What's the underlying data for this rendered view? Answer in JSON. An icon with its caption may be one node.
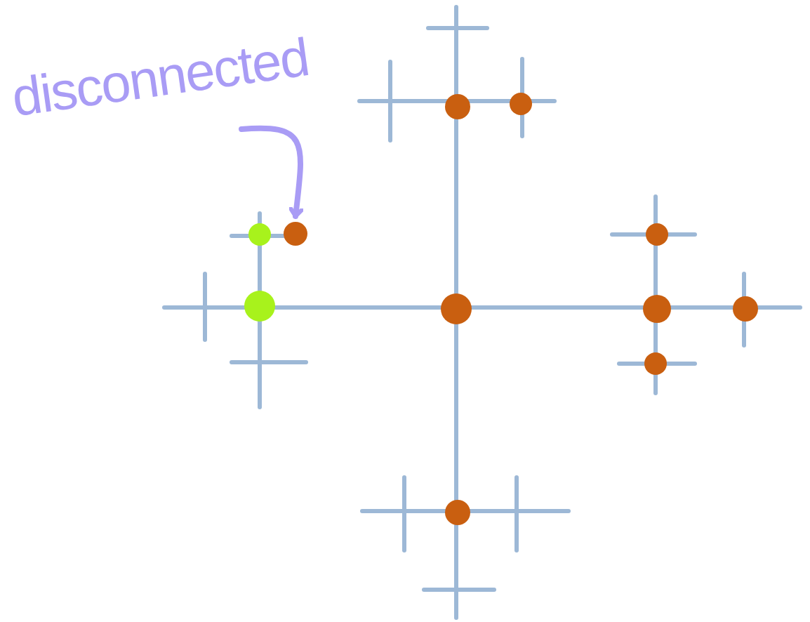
{
  "diagram": {
    "nodes": [
      {
        "text": [
          "disconnected"
        ]
      },
      {
        "text": [],
        "shape": "circle"
      }
    ],
    "edges": [
      {
        "from": 0,
        "to": 1,
        "arrow": "to"
      }
    ]
  }
}
